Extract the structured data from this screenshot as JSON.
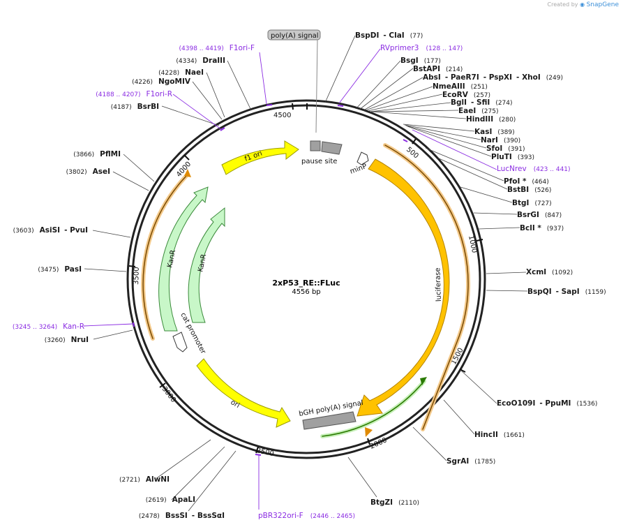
{
  "credit": {
    "prefix": "Created by",
    "brand": "SnapGene"
  },
  "plasmid": {
    "name": "2xP53_RE::FLuc",
    "length_label": "4556 bp",
    "length": 4556
  },
  "ticks": [
    "500",
    "1000",
    "1500",
    "2000",
    "2500",
    "3000",
    "3500",
    "4000",
    "4500"
  ],
  "features": [
    {
      "id": "f1-ori",
      "label": "f1 ori",
      "color": "#ffff00"
    },
    {
      "id": "pause-site",
      "label": "pause site",
      "color": "#999999"
    },
    {
      "id": "minp",
      "label": "minP",
      "color": "#ffffff"
    },
    {
      "id": "luciferase",
      "label": "luciferase",
      "color": "#ffc200"
    },
    {
      "id": "bgh-polya",
      "label": "bGH poly(A) signal",
      "color": "#999999"
    },
    {
      "id": "ori",
      "label": "ori",
      "color": "#ffff00"
    },
    {
      "id": "cat-promoter",
      "label": "cat promoter",
      "color": "#ffffff"
    },
    {
      "id": "kanr-1",
      "label": "KanR",
      "color": "#c8f7c8"
    },
    {
      "id": "kanr-2",
      "label": "KanR",
      "color": "#c8f7c8"
    },
    {
      "id": "polya-signal-box",
      "label": "poly(A) signal",
      "color": "#c0c0c0"
    }
  ],
  "sites": [
    {
      "name": "BspDI",
      "name2": "ClaI",
      "pos": "(77)"
    },
    {
      "name": "BsgI",
      "pos": "(177)"
    },
    {
      "name": "BstAPI",
      "pos": "(214)"
    },
    {
      "name": "AbsI",
      "name2": "PaeR7I",
      "name3": "PspXI",
      "name4": "XhoI",
      "pos": "(249)"
    },
    {
      "name": "NmeAIII",
      "pos": "(251)"
    },
    {
      "name": "EcoRV",
      "pos": "(257)"
    },
    {
      "name": "BglI",
      "name2": "SfiI",
      "pos": "(274)"
    },
    {
      "name": "EaeI",
      "pos": "(275)"
    },
    {
      "name": "HindIII",
      "pos": "(280)"
    },
    {
      "name": "KasI",
      "pos": "(389)"
    },
    {
      "name": "NarI",
      "pos": "(390)"
    },
    {
      "name": "SfoI",
      "pos": "(391)"
    },
    {
      "name": "PluTI",
      "pos": "(393)"
    },
    {
      "name": "PfoI *",
      "pos": "(464)"
    },
    {
      "name": "BstBI",
      "pos": "(526)"
    },
    {
      "name": "BtgI",
      "pos": "(727)"
    },
    {
      "name": "BsrGI",
      "pos": "(847)"
    },
    {
      "name": "BclI *",
      "pos": "(937)"
    },
    {
      "name": "XcmI",
      "pos": "(1092)"
    },
    {
      "name": "BspQI",
      "name2": "SapI",
      "pos": "(1159)"
    },
    {
      "name": "EcoO109I",
      "name2": "PpuMI",
      "pos": "(1536)"
    },
    {
      "name": "HincII",
      "pos": "(1661)"
    },
    {
      "name": "SgrAI",
      "pos": "(1785)"
    },
    {
      "name": "BtgZI",
      "pos": "(2110)"
    },
    {
      "name": "BssSI",
      "name2": "BssSαI",
      "pos": "(2478)"
    },
    {
      "name": "ApaLI",
      "pos": "(2619)"
    },
    {
      "name": "AlwNI",
      "pos": "(2721)"
    },
    {
      "name": "NruI",
      "pos": "(3260)"
    },
    {
      "name": "PasI",
      "pos": "(3475)"
    },
    {
      "name": "AsiSI",
      "name2": "PvuI",
      "pos": "(3603)"
    },
    {
      "name": "AseI",
      "pos": "(3802)"
    },
    {
      "name": "PflMI",
      "pos": "(3866)"
    },
    {
      "name": "BsrBI",
      "pos": "(4187)"
    },
    {
      "name": "NgoMIV",
      "pos": "(4226)"
    },
    {
      "name": "NaeI",
      "pos": "(4228)"
    },
    {
      "name": "DraIII",
      "pos": "(4334)"
    }
  ],
  "primers": [
    {
      "name": "RVprimer3",
      "pos": "(128 .. 147)"
    },
    {
      "name": "LucNrev",
      "pos": "(423 .. 441)"
    },
    {
      "name": "pBR322ori-F",
      "pos": "(2446 .. 2465)"
    },
    {
      "name": "Kan-R",
      "pos": "(3245 .. 3264)"
    },
    {
      "name": "F1ori-R",
      "pos": "(4188 .. 4207)"
    },
    {
      "name": "F1ori-F",
      "pos": "(4398 .. 4419)"
    }
  ]
}
